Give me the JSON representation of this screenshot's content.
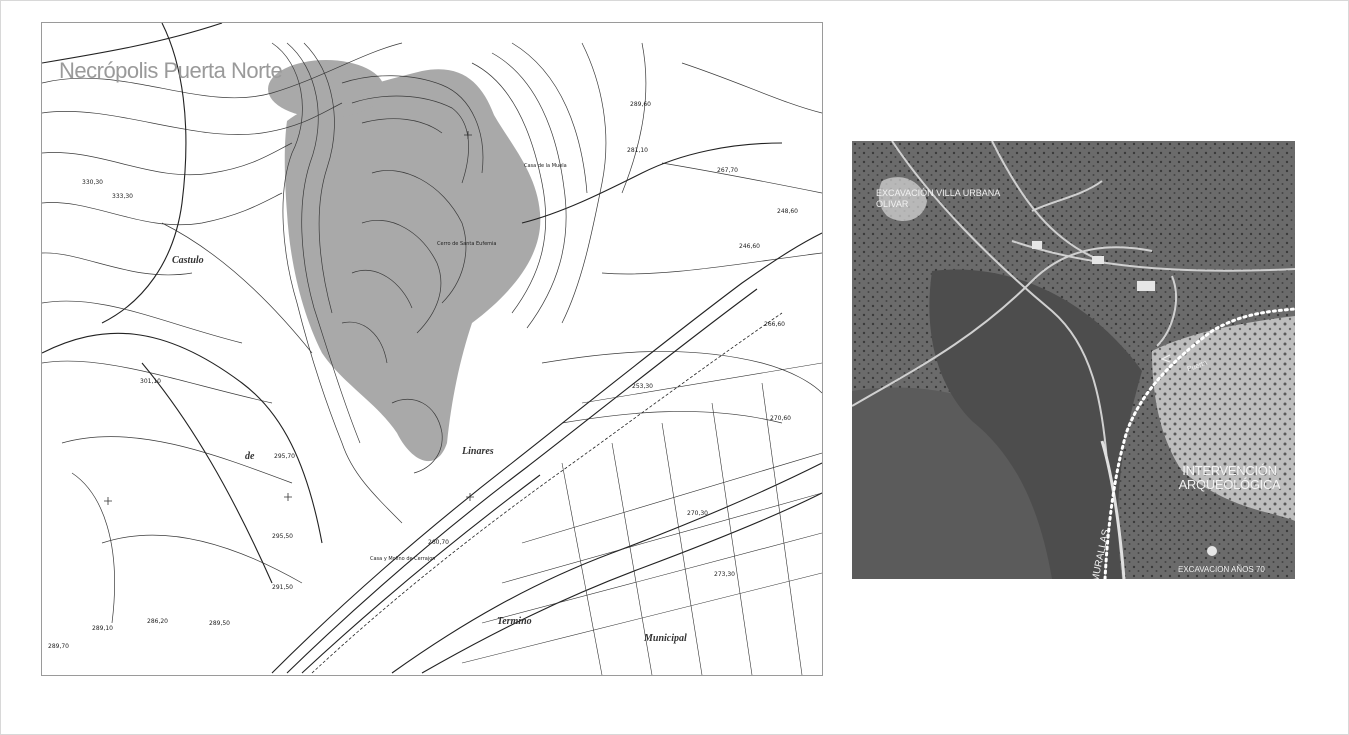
{
  "map": {
    "title": "Necrópolis Puerta Norte",
    "place_labels": [
      "Castulo",
      "de",
      "Linares",
      "Termino",
      "Municipal"
    ],
    "elevations": [
      "333,30",
      "330,30",
      "301,10",
      "295,70",
      "289,10",
      "286,20",
      "289,50",
      "295,50",
      "291,50",
      "289,70",
      "267,70",
      "289,60",
      "253,30",
      "260,70",
      "248,60",
      "246,60",
      "266,60",
      "270,60",
      "270,30",
      "273,30",
      "281,10"
    ],
    "site_labels": [
      "Cerro de Santa Eufemia",
      "Casa de la Muela",
      "Casa y Molino de Cerrajon"
    ]
  },
  "photo": {
    "labels": {
      "villa": "EXCAVACIÓN VILLA URBANA OLIVAR",
      "intervencion": "INTERVENCIÓN ARQUEOLÓGICA",
      "excavacion70": "EXCAVACION AÑOS 70",
      "murallas": "MURALLAS",
      "puerta": "Puerta"
    }
  },
  "colors": {
    "shading": "#a9a9a9",
    "contour": "#3a3a3a",
    "photo_base": "#5a5a5a",
    "dotted_line": "#ffffff"
  }
}
